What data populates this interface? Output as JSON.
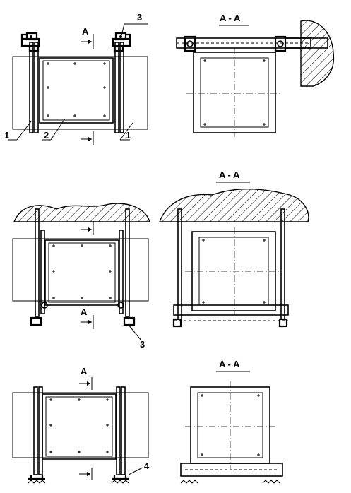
{
  "views": [
    {
      "name": "ceiling-mount-side-wall",
      "section_label": "A - A",
      "cut_marks": [
        "A"
      ],
      "callouts": [
        "1",
        "2",
        "1",
        "3"
      ]
    },
    {
      "name": "ceiling-suspended",
      "section_label": "A - A",
      "cut_marks": [
        "A"
      ],
      "callouts": [
        "3"
      ]
    },
    {
      "name": "floor-mounted",
      "section_label": "A - A",
      "cut_marks": [
        "A"
      ],
      "callouts": [
        "4"
      ]
    }
  ]
}
